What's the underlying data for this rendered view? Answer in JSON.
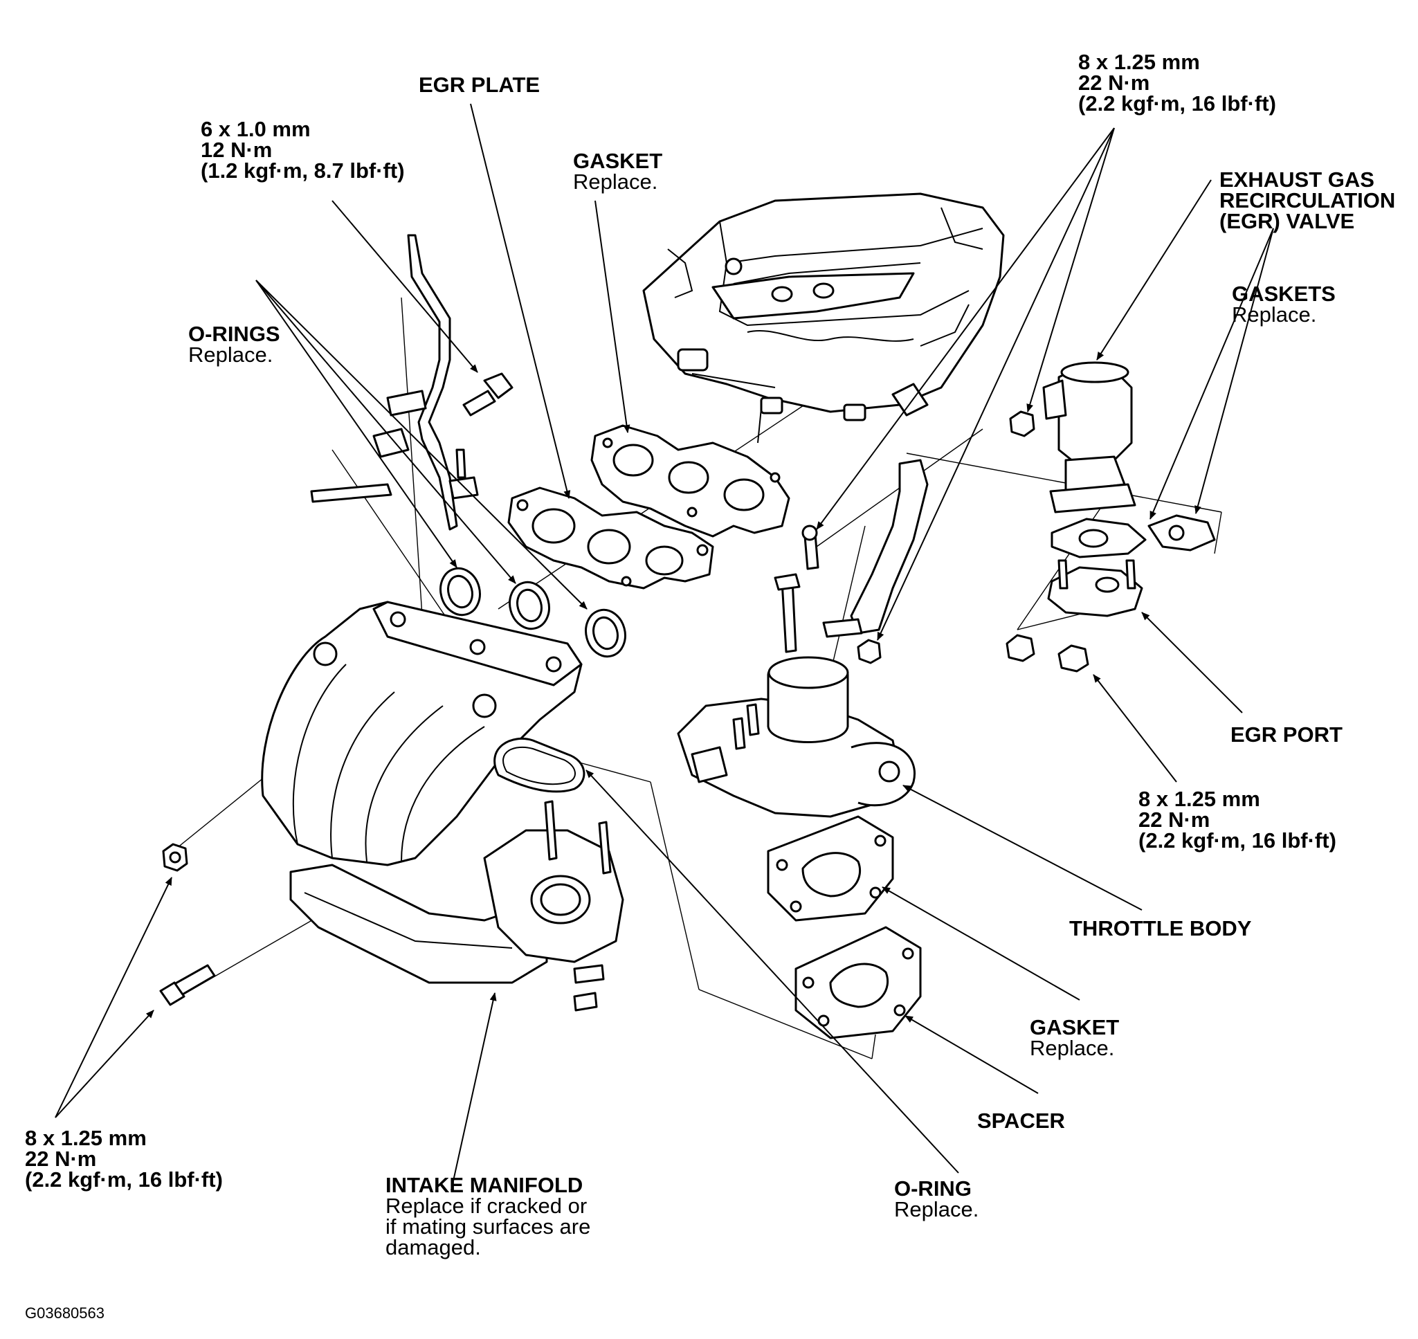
{
  "labels": {
    "egr_plate": {
      "title": "EGR PLATE"
    },
    "bolt_6x1": {
      "size": "6 x 1.0 mm",
      "torque_nm": "12 N·m",
      "torque_alt": "(1.2 kgf·m,  8.7 lbf·ft)"
    },
    "gasket_top": {
      "title": "GASKET",
      "note": "Replace."
    },
    "bolt_8x125_top": {
      "size": "8 x 1.25 mm",
      "torque_nm": "22 N·m",
      "torque_alt": "(2.2 kgf·m, 16 lbf·ft)"
    },
    "egr_valve": {
      "line1": "EXHAUST GAS",
      "line2": "RECIRCULATION",
      "line3": "(EGR) VALVE"
    },
    "gaskets_right": {
      "title": "GASKETS",
      "note": "Replace."
    },
    "o_rings": {
      "title": "O-RINGS",
      "note": "Replace."
    },
    "egr_port": {
      "title": "EGR PORT"
    },
    "bolt_8x125_right": {
      "size": "8 x 1.25 mm",
      "torque_nm": "22 N·m",
      "torque_alt": "(2.2 kgf·m, 16 lbf·ft)"
    },
    "throttle_body": {
      "title": "THROTTLE BODY"
    },
    "gasket_bottom": {
      "title": "GASKET",
      "note": "Replace."
    },
    "spacer": {
      "title": "SPACER"
    },
    "bolt_8x125_left": {
      "size": "8 x 1.25 mm",
      "torque_nm": "22 N·m",
      "torque_alt": "(2.2 kgf·m, 16 lbf·ft)"
    },
    "intake_manifold": {
      "title": "INTAKE MANIFOLD",
      "note1": "Replace if cracked or",
      "note2": "if mating surfaces are",
      "note3": "damaged."
    },
    "o_ring": {
      "title": "O-RING",
      "note": "Replace."
    }
  },
  "figure_code": "G03680563"
}
